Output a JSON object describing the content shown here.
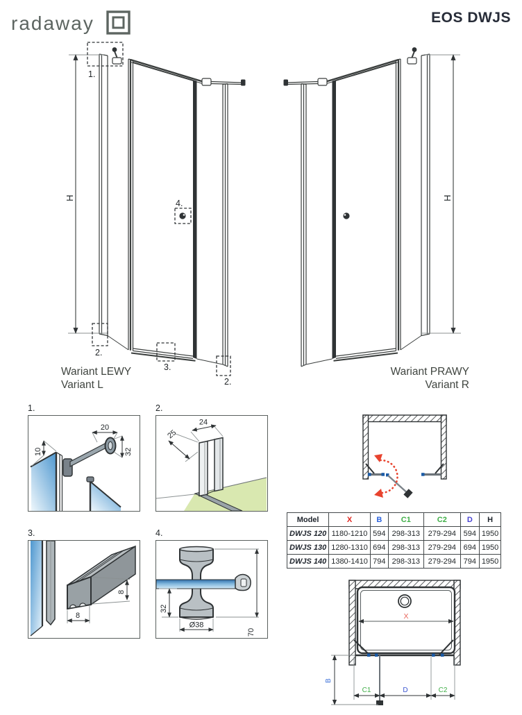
{
  "header": {
    "logo_text": "radaway",
    "title": "EOS DWJS"
  },
  "variant_left": {
    "title_pl": "Wariant LEWY",
    "title_en": "Variant L",
    "h_label": "H",
    "callout_1": "1.",
    "callout_2a": "2.",
    "callout_3": "3.",
    "callout_2b": "2.",
    "callout_4": "4."
  },
  "variant_right": {
    "title_pl": "Wariant PRAWY",
    "title_en": "Variant R",
    "h_label": "H"
  },
  "details": {
    "d1": {
      "label": "1.",
      "dim_top": "20",
      "dim_left": "10",
      "dim_right": "32"
    },
    "d2": {
      "label": "2.",
      "dim_depth": "25",
      "dim_top": "24"
    },
    "d3": {
      "label": "3.",
      "dim_height": "8",
      "dim_width": "8"
    },
    "d4": {
      "label": "4.",
      "dim_glass": "32",
      "dim_diameter": "Ø38",
      "dim_height": "70"
    }
  },
  "table": {
    "headers": [
      "Model",
      "X",
      "B",
      "C1",
      "C2",
      "D",
      "H"
    ],
    "header_colors": [
      "#20262e",
      "#e0241d",
      "#2a62dd",
      "#3fae47",
      "#3fae47",
      "#4843d2",
      "#20262e"
    ],
    "rows": [
      [
        "DWJS 120",
        "1180-1210",
        "594",
        "298-313",
        "279-294",
        "594",
        "1950"
      ],
      [
        "DWJS 130",
        "1280-1310",
        "694",
        "298-313",
        "279-294",
        "694",
        "1950"
      ],
      [
        "DWJS 140",
        "1380-1410",
        "794",
        "298-313",
        "279-294",
        "794",
        "1950"
      ]
    ]
  },
  "plan": {
    "dim_x": "X",
    "dim_b": "B",
    "dim_c1": "C1",
    "dim_d": "D",
    "dim_c2": "C2"
  },
  "colors": {
    "accent_red": "#e8432e",
    "dim_blue": "#3a6fd8",
    "dim_green": "#3fae47",
    "dim_indigo": "#4843d2",
    "glass_blue": "#4e97cf",
    "floor_green": "#d9e8b0",
    "logo_gray": "#5d6561",
    "line_dark": "#2f3335"
  }
}
